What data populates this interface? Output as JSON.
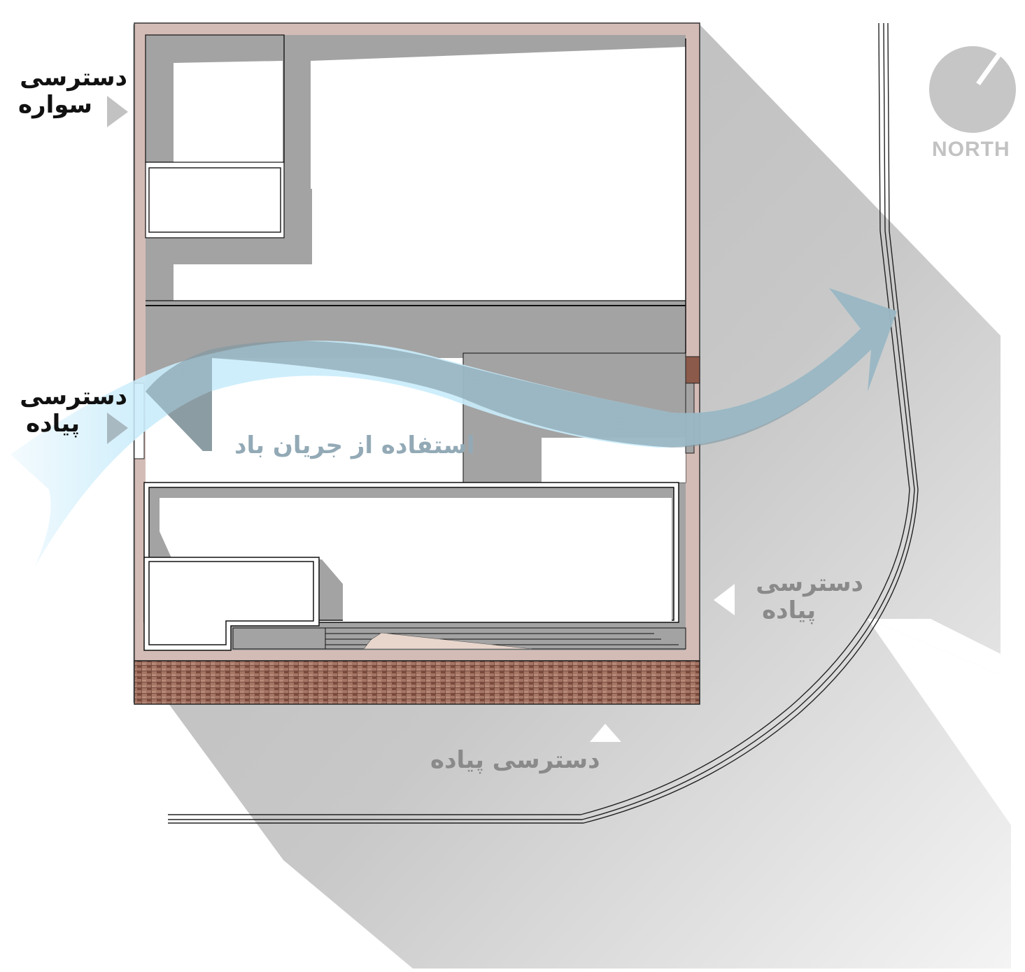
{
  "diagram": {
    "type": "architectural site plan",
    "north_indicator": {
      "label": "NORTH",
      "icon": "north-arrow-icon"
    },
    "labels": {
      "vehicle_access": {
        "line1": "دسترسی",
        "line2": "سواره"
      },
      "pedestrian_access_west": {
        "line1": "دسترسی",
        "line2": "پیاده"
      },
      "pedestrian_access_east": {
        "line1": "دسترسی",
        "line2": "پیاده"
      },
      "pedestrian_access_south": {
        "text": "دسترسی پیاده"
      },
      "wind_flow": {
        "text": "استفاده از جریان باد"
      }
    },
    "colors": {
      "shadow": "#bdbdbd",
      "interior_shadow": "#a3a3a3",
      "wall": "#d4bcb6",
      "brick": "#8c5a4a",
      "wind_light": "#c9ecfb",
      "wind_dark": "#7d98a4",
      "north_grey": "#c6c6c6"
    }
  }
}
